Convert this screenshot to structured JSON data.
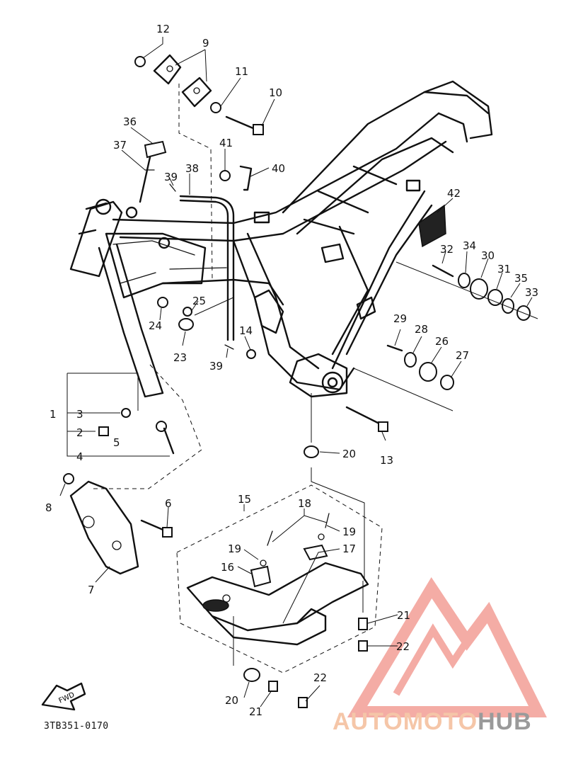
{
  "diagram": {
    "code": "3TB351-0170",
    "fwd_label": "FWD",
    "colors": {
      "ink": "#111111",
      "watermark_red": "#f08a80",
      "watermark_orange": "#f5c6a8",
      "watermark_grey": "#9a9a9a"
    }
  },
  "part_labels": [
    {
      "id": "p12",
      "text": "12"
    },
    {
      "id": "p9",
      "text": "9"
    },
    {
      "id": "p11",
      "text": "11"
    },
    {
      "id": "p10",
      "text": "10"
    },
    {
      "id": "p36",
      "text": "36"
    },
    {
      "id": "p37",
      "text": "37"
    },
    {
      "id": "p41",
      "text": "41"
    },
    {
      "id": "p40",
      "text": "40"
    },
    {
      "id": "p39a",
      "text": "39"
    },
    {
      "id": "p38",
      "text": "38"
    },
    {
      "id": "p42",
      "text": "42"
    },
    {
      "id": "p32",
      "text": "32"
    },
    {
      "id": "p34",
      "text": "34"
    },
    {
      "id": "p30",
      "text": "30"
    },
    {
      "id": "p31",
      "text": "31"
    },
    {
      "id": "p35",
      "text": "35"
    },
    {
      "id": "p33",
      "text": "33"
    },
    {
      "id": "p25",
      "text": "25"
    },
    {
      "id": "p24",
      "text": "24"
    },
    {
      "id": "p23",
      "text": "23"
    },
    {
      "id": "p14",
      "text": "14"
    },
    {
      "id": "p39b",
      "text": "39"
    },
    {
      "id": "p29",
      "text": "29"
    },
    {
      "id": "p28",
      "text": "28"
    },
    {
      "id": "p26",
      "text": "26"
    },
    {
      "id": "p27",
      "text": "27"
    },
    {
      "id": "p1",
      "text": "1"
    },
    {
      "id": "p3",
      "text": "3"
    },
    {
      "id": "p2",
      "text": "2"
    },
    {
      "id": "p5",
      "text": "5"
    },
    {
      "id": "p4",
      "text": "4"
    },
    {
      "id": "p13",
      "text": "13"
    },
    {
      "id": "p20a",
      "text": "20"
    },
    {
      "id": "p8",
      "text": "8"
    },
    {
      "id": "p6",
      "text": "6"
    },
    {
      "id": "p15",
      "text": "15"
    },
    {
      "id": "p18",
      "text": "18"
    },
    {
      "id": "p19a",
      "text": "19"
    },
    {
      "id": "p19b",
      "text": "19"
    },
    {
      "id": "p17",
      "text": "17"
    },
    {
      "id": "p16",
      "text": "16"
    },
    {
      "id": "p7",
      "text": "7"
    },
    {
      "id": "p21a",
      "text": "21"
    },
    {
      "id": "p22a",
      "text": "22"
    },
    {
      "id": "p20b",
      "text": "20"
    },
    {
      "id": "p21b",
      "text": "21"
    },
    {
      "id": "p22b",
      "text": "22"
    }
  ],
  "watermark": {
    "part1": "AUTOMOTO",
    "part2": "HUB"
  }
}
